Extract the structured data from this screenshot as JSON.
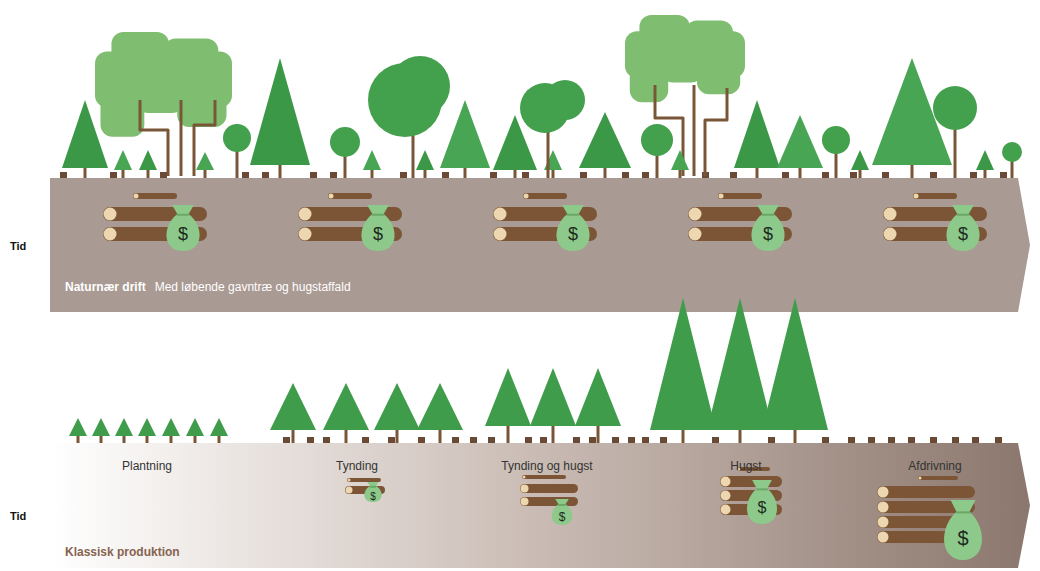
{
  "diagram": {
    "nodes": [
      {
        "text": [
          "Naturnær drift",
          "Med løbende gavntræ og hugstaffald"
        ]
      },
      {
        "text": [
          "Klassisk produktion"
        ]
      }
    ],
    "labels": [
      "Tid",
      "$",
      "$",
      "$",
      "$",
      "$",
      "Tid",
      "Plantning",
      "Tynding",
      "$",
      "Tynding og hugst",
      "$",
      "Hugst",
      "$",
      "Afdrivning",
      "$"
    ]
  }
}
